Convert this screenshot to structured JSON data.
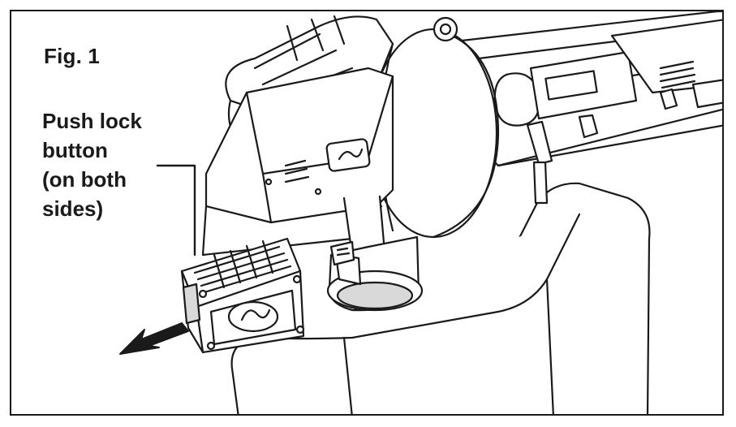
{
  "figure": {
    "label": "Fig. 1",
    "callout": {
      "lines": [
        "Push lock",
        "button",
        "(on both",
        "sides)"
      ]
    }
  },
  "colors": {
    "ink": "#1a1a1a",
    "paper": "#ffffff",
    "shade": "#d9d9d9"
  },
  "icons": {
    "brand_logo": "s-swirl-logo",
    "arrow": "removal-direction-arrow"
  }
}
